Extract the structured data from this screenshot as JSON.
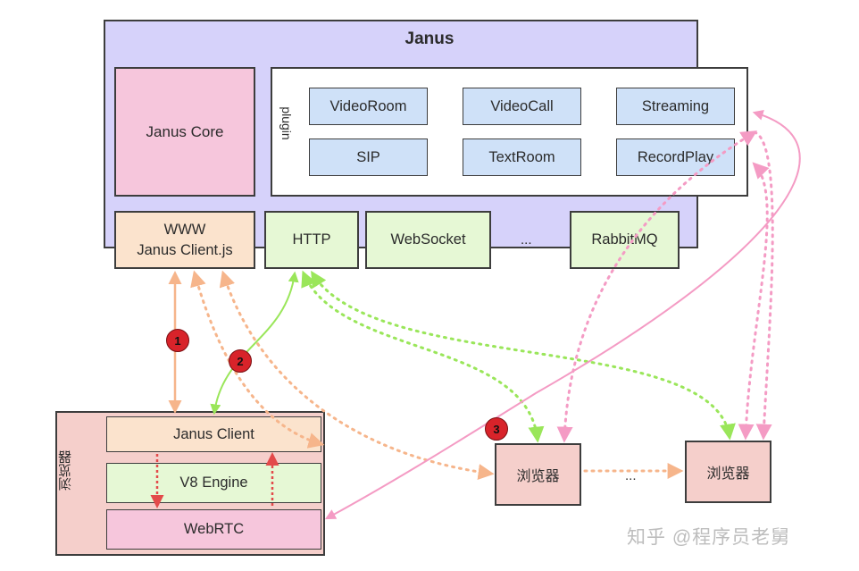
{
  "janus": {
    "title": "Janus",
    "core": "Janus Core",
    "plugin_label": "plugin"
  },
  "plugins": [
    "VideoRoom",
    "VideoCall",
    "Streaming",
    "SIP",
    "TextRoom",
    "RecordPlay"
  ],
  "www": {
    "line1": "WWW",
    "line2": "Janus Client.js"
  },
  "transports": [
    "HTTP",
    "WebSocket",
    "RabbitMQ"
  ],
  "transport_ellipsis": "...",
  "browser_main": {
    "label": "浏览器",
    "client": "Janus Client",
    "engine": "V8 Engine",
    "webrtc": "WebRTC"
  },
  "browsers": [
    "浏览器",
    "浏览器"
  ],
  "browser_ellipsis": "...",
  "badges": [
    "1",
    "2",
    "3"
  ],
  "watermark": "知乎 @程序员老舅",
  "colors": {
    "orange_arrow": "#f6b58b",
    "green_arrow": "#9ae65a",
    "pink_arrow": "#f49bc4",
    "red_dash": "#e34a4a",
    "badge": "#d8232a"
  }
}
